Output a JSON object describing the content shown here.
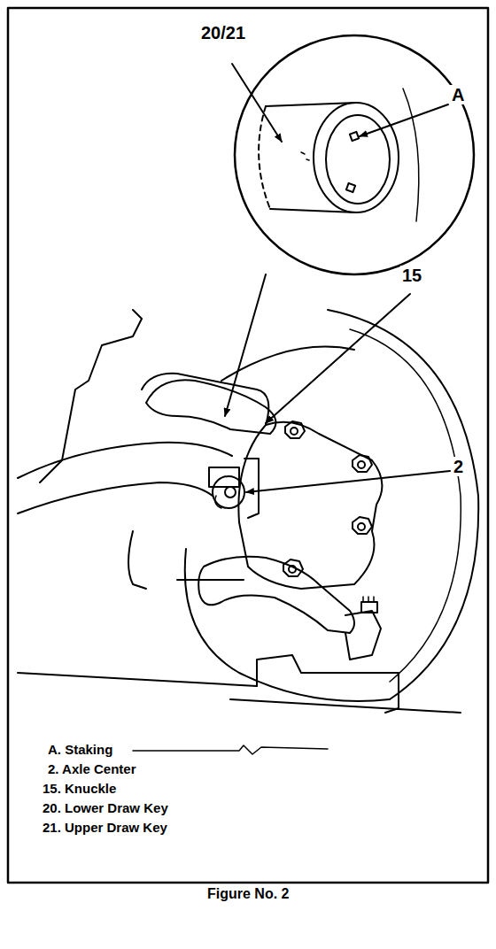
{
  "diagram": {
    "caption": "Figure No. 2",
    "labels": [
      "20/21",
      "A",
      "15",
      "2",
      "A. Staking",
      "2. Axle Center",
      "15. Knuckle",
      "20. Lower Draw Key",
      "21. Upper Draw Key"
    ]
  }
}
